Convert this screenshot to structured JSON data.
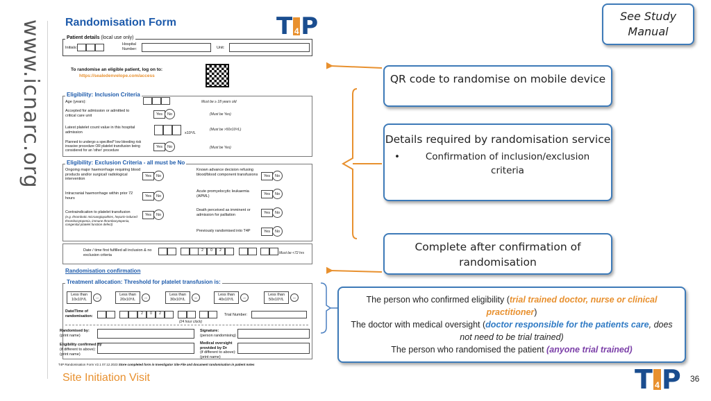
{
  "sidebar": {
    "url": "www.icnarc.org"
  },
  "footer": {
    "title": "Site Initiation Visit",
    "slide_number": "36"
  },
  "colors": {
    "accent_blue": "#3d7ab8",
    "form_blue": "#1e5bab",
    "orange": "#e8902e",
    "purple": "#7b3fa8"
  },
  "form": {
    "title": "Randomisation Form",
    "patient_details": {
      "heading": "Patient details",
      "heading_note": "(local use only)",
      "initials": "Initials:",
      "hospital_number": "Hospital Number:",
      "unit": "Unit:"
    },
    "randomise_prompt": "To randomise an eligible patient, log on to:",
    "randomise_url": "https://sealedenvelope.com/access",
    "inclusion": {
      "heading": "Eligibility: Inclusion Criteria",
      "rows": [
        {
          "label": "Age (years):",
          "note": "Must be ≥ 18 years old"
        },
        {
          "label": "Accepted for admission or admitted to critical care unit",
          "note": "(Must be Yes)"
        },
        {
          "label": "Latest platelet count value in this hospital admission",
          "unit": "x10⁹/L",
          "note": "(Must be >50x10⁹/L)"
        },
        {
          "label": "Planned to undergo a specified* low bleeding risk invasive procedure OR platelet transfusion being considered for an 'other' procedure",
          "note": "(Must be Yes)"
        }
      ]
    },
    "exclusion": {
      "heading": "Eligibility: Exclusion Criteria - all must be No",
      "left_rows": [
        "Ongoing major haemorrhage requiring blood products and/or surgical/ radiological intervention",
        "Intracranial haemorrhage within prior 72 hours",
        "Contraindication to platelet transfusion",
        "(e.g. thrombotic microangiopathies, heparin-induced thrombocytopenia, immune thrombocytopenia, congenital platelet function defect)"
      ],
      "right_rows": [
        "Known advance decision refusing blood/blood component transfusions",
        "Acute promyelocytic leukaemia (APML)",
        "Death perceived as imminent or admission for palliation",
        "Previously randomised into T4P"
      ]
    },
    "yes_label": "Yes",
    "no_label": "No",
    "date_time": {
      "label": "Date / time first fulfilled all inclusion & no exclusion criteria",
      "year_prefix": [
        "2",
        "0",
        "2"
      ],
      "note": "Must be <72 hrs"
    },
    "randomisation_confirmation": "Randomisation confirmation",
    "treatment": {
      "heading": "Treatment allocation: Threshold for platelet transfusion is:",
      "thresholds": [
        "Less than 10x10⁹/L",
        "Less than 20x10⁹/L",
        "Less than 30x10⁹/L",
        "Less than 40x10⁹/L",
        "Less than 50x10⁹/L"
      ],
      "codes": [
        "10",
        "20",
        "30",
        "40",
        "50"
      ]
    },
    "date_time_randomisation": {
      "label": "Date/Time of randomisation:",
      "year_prefix": [
        "2",
        "0",
        "2"
      ],
      "clock": "(24 hour clock)",
      "trial_number": "Trial Number:"
    },
    "signatures": {
      "randomised_by": "Randomised by:",
      "randomised_by_note": "(print name)",
      "signature": "Signature:",
      "signature_note": "(person randomising)",
      "confirmed_by": "Eligibility confirmed by",
      "confirmed_by_note": "(if different to above): (print name)",
      "oversight": "Medical oversight provided by Dr",
      "oversight_note": "(if different to above): (print name)"
    },
    "footer_note": "T4P Randomisation Form V2.1 07.12.2023",
    "footer_instruction": "Store completed form in Investigator Site File and document randomisation in patient notes"
  },
  "logo": {
    "t": "T",
    "four": "4",
    "p": "P"
  },
  "callouts": {
    "study_manual": [
      "See Study",
      "Manual"
    ],
    "qr": "QR code to randomise on mobile device",
    "details_title": "Details required by randomisation service",
    "details_bullet": "Confirmation of inclusion/exclusion criteria",
    "complete": "Complete after confirmation of randomisation",
    "roles": {
      "line1_pre": "The person who confirmed eligibility (",
      "line1_em": "trial trained doctor, nurse or clinical practitioner",
      "line1_post": ")",
      "line2_pre": "The doctor with medical oversight (",
      "line2_em": "doctor responsible for the patients care",
      "line2_it": ", does not need to be trial trained)",
      "line3_pre": "The person who randomised the patient ",
      "line3_em": "(anyone trial trained)"
    }
  }
}
